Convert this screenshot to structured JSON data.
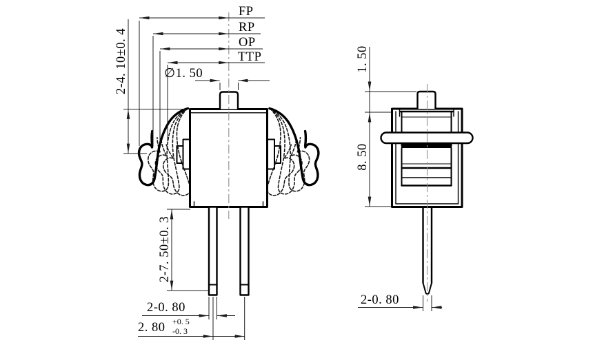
{
  "front_view": {
    "travel_labels": {
      "fp": "FP",
      "rp": "RP",
      "op": "OP",
      "ttp": "TTP"
    },
    "dims": {
      "plunger_dia": "∅1. 50",
      "arm_height": "2-4. 10±0. 4",
      "pin_length": "2-7. 50±0. 3",
      "pin_width": "2-0. 80",
      "pin_pitch": "2. 80",
      "pin_pitch_tol_plus": "+0. 5",
      "pin_pitch_tol_minus": "-0. 3"
    }
  },
  "side_view": {
    "dims": {
      "plunger_height": "1. 50",
      "body_height": "8. 50",
      "pin_width": "2-0. 80"
    }
  },
  "colors": {
    "outline": "#000000",
    "dimension_lines": "#1c1c1c",
    "centerline": "#8f8f8f",
    "background": "#ffffff"
  }
}
